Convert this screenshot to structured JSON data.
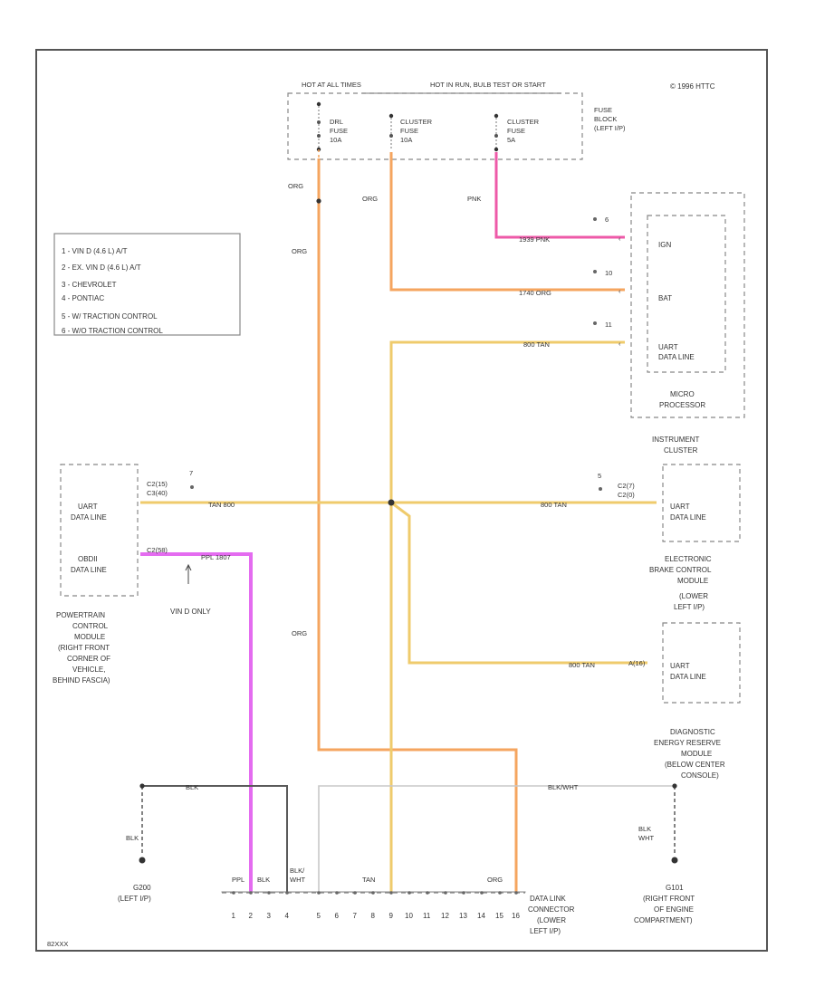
{
  "copyright": "© 1996 HTTC",
  "figure_code": "82XXX",
  "fuse_block": {
    "hot_at_all_times": "HOT AT ALL TIMES",
    "hot_in_run": "HOT IN RUN, BULB TEST OR START",
    "label": [
      "FUSE",
      "BLOCK",
      "(LEFT I/P)"
    ],
    "fuses": [
      {
        "lines": [
          "DRL",
          "FUSE",
          "10A"
        ]
      },
      {
        "lines": [
          "CLUSTER",
          "FUSE",
          "10A"
        ]
      },
      {
        "lines": [
          "CLUSTER",
          "FUSE",
          "5A"
        ]
      }
    ]
  },
  "legend": {
    "items": [
      "1 - VIN D (4.6 L) A/T",
      "2 - EX. VIN D (4.6 L) A/T",
      "3 - CHEVROLET",
      "4 - PONTIAC",
      "5 - W/ TRACTION CONTROL",
      "6 - W/O TRACTION CONTROL"
    ]
  },
  "wire_colors": {
    "orange": "#f5a55f",
    "tan": "#efcb6c",
    "pink": "#ee5aa8",
    "purple": "#e46cf0",
    "black": "#5a5a5a",
    "white": "#c8c8c8"
  },
  "wires": {
    "org_1": "ORG",
    "org_2": "ORG",
    "org_3": "ORG",
    "org_4": "ORG",
    "pnk": "PNK",
    "pnk_to_ign": "1939  PNK",
    "org_to_bat": "1740  ORG",
    "tan_to_udl": "800  TAN",
    "tan_left": "TAN    800",
    "tan_cluster": "800  TAN",
    "tan_ebcm": "800  TAN",
    "ppl_label": "PPL    1807",
    "blk_bottom": "BLK",
    "blk_left": "BLK",
    "blk_right_lines": [
      "BLK",
      "WHT"
    ],
    "blk_wht_lines": [
      "BLK/",
      "WHT"
    ],
    "blk_wht_right": "BLK/WHT",
    "tan_bottom": "TAN",
    "org_bottom": "ORG",
    "ppl_bottom": "PPL",
    "blk_pin": "BLK"
  },
  "microprocessor": {
    "pin_ign": "IGN",
    "pin_bat": "BAT",
    "pin_udl": [
      "UART",
      "DATA LINE"
    ],
    "label": [
      "MICRO",
      "PROCESSOR"
    ],
    "conn_6": "6",
    "conn_10": "10",
    "conn_11": "11"
  },
  "pcm": {
    "uart": [
      "UART",
      "DATA LINE"
    ],
    "obd": [
      "OBDII",
      "DATA LINE"
    ],
    "conn_1": [
      "C2(15)",
      "C3(40)"
    ],
    "conn_2": "C2(58)",
    "pin_num": "7",
    "label": [
      "POWERTRAIN",
      "CONTROL",
      "MODULE",
      "(RIGHT FRONT",
      "CORNER OF",
      "VEHICLE,",
      "BEHIND FASCIA)"
    ],
    "vin_only": "VIN D ONLY"
  },
  "instrument_cluster": {
    "label": [
      "INSTRUMENT",
      "CLUSTER"
    ],
    "uart": [
      "UART",
      "DATA LINE"
    ],
    "conn": [
      "C2(7)",
      "C2(0)"
    ],
    "pin": "5"
  },
  "ebcm": {
    "label": [
      "ELECTRONIC",
      "BRAKE CONTROL",
      "MODULE",
      "(LOWER",
      "LEFT I/P)"
    ],
    "uart": [
      "UART",
      "DATA LINE"
    ],
    "conn": "A(16)"
  },
  "sdm": {
    "label": [
      "DIAGNOSTIC",
      "ENERGY RESERVE",
      "MODULE",
      "(BELOW CENTER",
      "CONSOLE)"
    ]
  },
  "grounds": {
    "g200": [
      "G200",
      "(LEFT I/P)"
    ],
    "g101": [
      "G101",
      "(RIGHT FRONT",
      "OF ENGINE",
      "COMPARTMENT)"
    ]
  },
  "dlc": {
    "label": [
      "DATA LINK",
      "CONNECTOR",
      "(LOWER",
      "LEFT I/P)"
    ],
    "pins": [
      "1",
      "2",
      "3",
      "4",
      "5",
      "6",
      "7",
      "8",
      "9",
      "10",
      "11",
      "12",
      "13",
      "14",
      "15",
      "16"
    ]
  }
}
